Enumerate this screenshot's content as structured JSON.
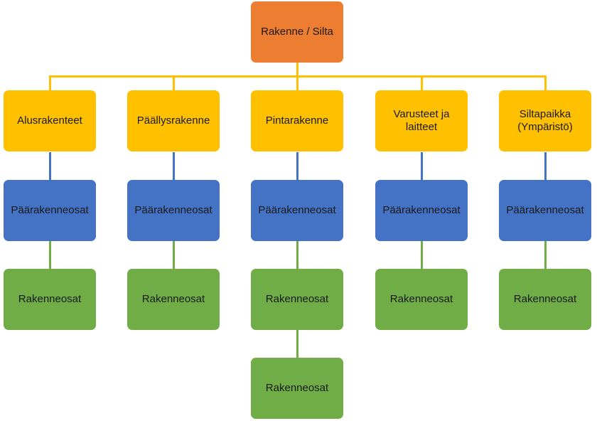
{
  "diagram": {
    "root": {
      "label": "Rakenne / Silta",
      "color": "#ED7D31"
    },
    "colors": {
      "category": "#FFC000",
      "main_part": "#4472C4",
      "component": "#70AD47",
      "connector_top": "#FFC000",
      "connector_mid": "#4472C4",
      "connector_low": "#70AD47"
    },
    "columns": [
      {
        "category": "Alusrakenteet",
        "main_part": "Päärakenneosat",
        "components": [
          "Rakenneosat"
        ]
      },
      {
        "category": "Päällysrakenne",
        "main_part": "Päärakenneosat",
        "components": [
          "Rakenneosat"
        ]
      },
      {
        "category": "Pintarakenne",
        "main_part": "Päärakenneosat",
        "components": [
          "Rakenneosat",
          "Rakenneosat"
        ]
      },
      {
        "category": "Varusteet ja laitteet",
        "main_part": "Päärakenneosat",
        "components": [
          "Rakenneosat"
        ]
      },
      {
        "category": "Siltapaikka (Ympäristö)",
        "main_part": "Päärakenneosat",
        "components": [
          "Rakenneosat"
        ]
      }
    ]
  }
}
